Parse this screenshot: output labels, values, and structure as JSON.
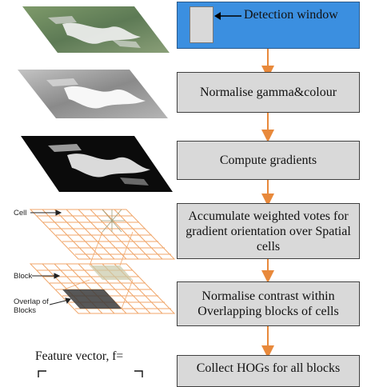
{
  "pipeline": {
    "steps": [
      {
        "label": "Detection window"
      },
      {
        "label": "Normalise gamma&colour"
      },
      {
        "label": "Compute gradients"
      },
      {
        "label": "Accumulate weighted votes for gradient orientation over Spatial cells"
      },
      {
        "label": "Normalise contrast within Overlapping blocks of cells"
      },
      {
        "label": "Collect HOGs for all blocks"
      }
    ]
  },
  "illustration": {
    "cell_label": "Cell",
    "block_label": "Block",
    "overlap_label": "Overlap of Blocks"
  },
  "feature_vector_label": "Feature vector, f=",
  "colors": {
    "box_fill": "#d9d9d9",
    "header_fill": "#3b8fe0",
    "arrow": "#e8893b",
    "grid": "#f0a66a"
  }
}
